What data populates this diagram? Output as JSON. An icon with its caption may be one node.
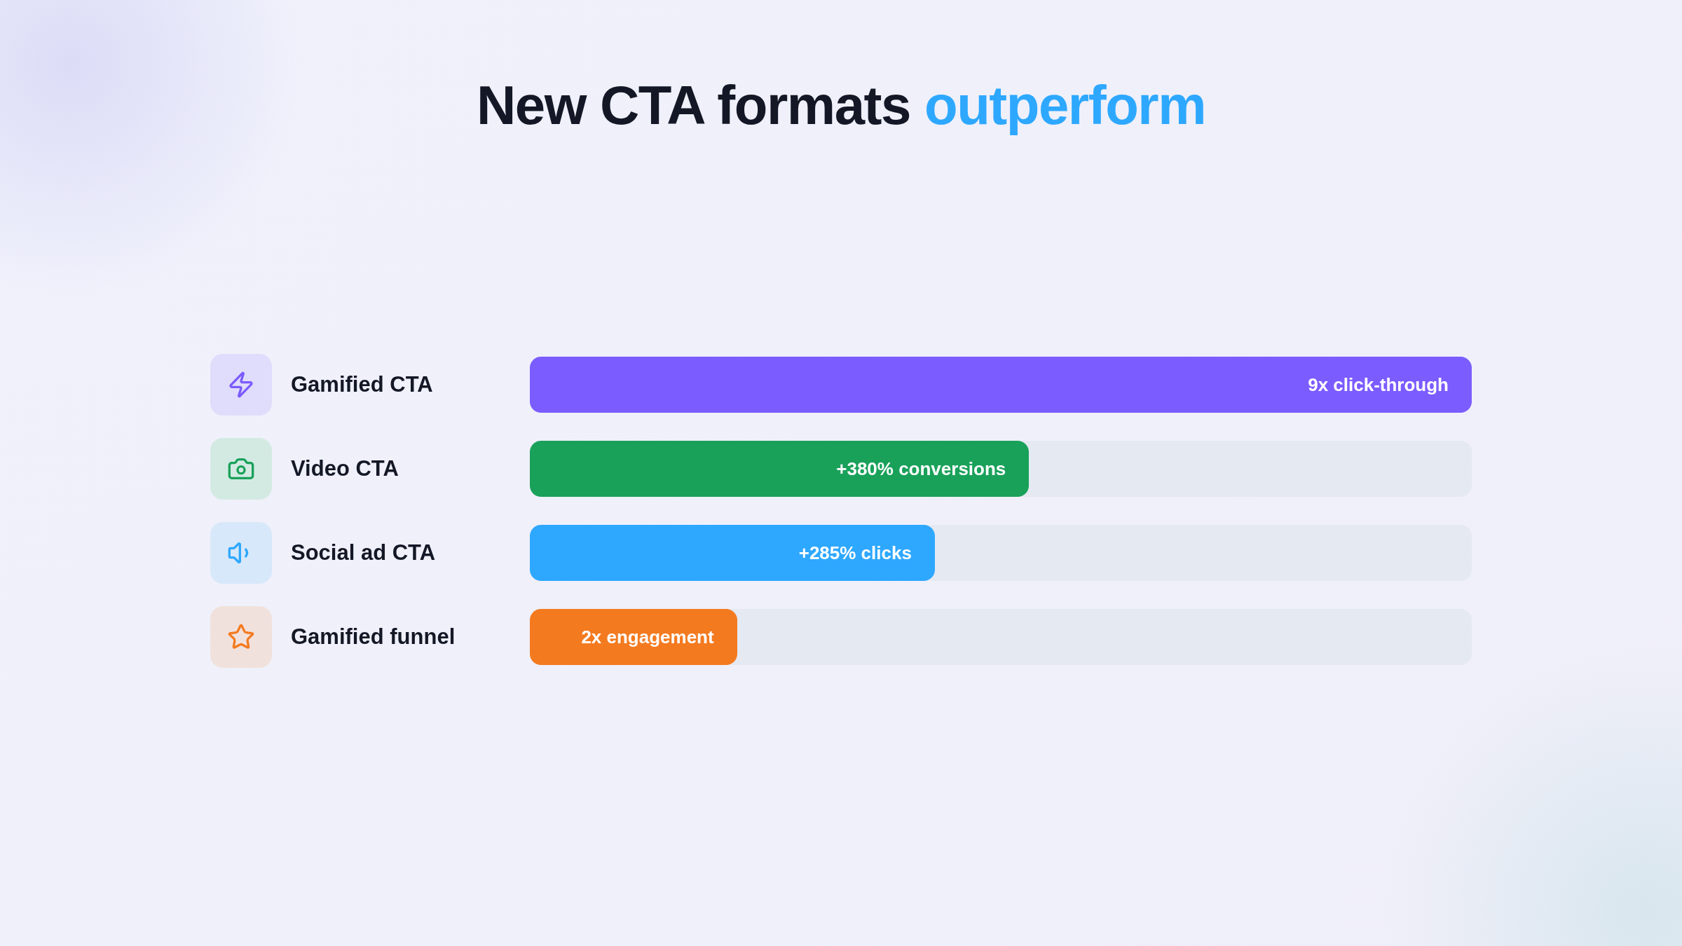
{
  "diagram": {
    "title": "New CTA formats outperform",
    "labels": [
      "Gamified CTA",
      "9x click-through",
      "Video CTA",
      "+380% conversions",
      "Social ad CTA",
      "+285% clicks",
      "Gamified funnel",
      "2x engagement"
    ]
  }
}
